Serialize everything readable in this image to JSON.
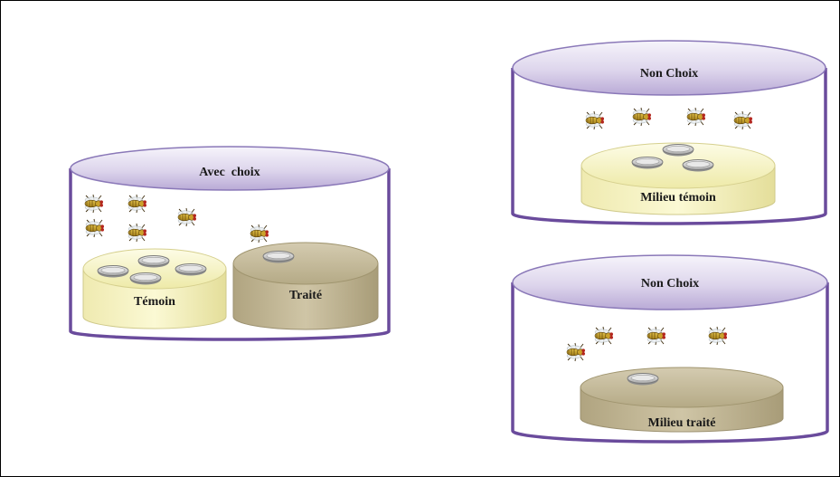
{
  "colors": {
    "rim": "#6a4b9c",
    "lid_light": "#f4f2fa",
    "lid_dark": "#c3b7dc",
    "dish_control": "#f7f5c4",
    "dish_treated": "#c2b898",
    "petri": "#c9c9c9"
  },
  "containers": {
    "choice": {
      "label": "Avec  choix",
      "dish_control_label": "Témoin",
      "dish_treated_label": "Traité"
    },
    "no_choice_control": {
      "label": "Non Choix",
      "dish_label": "Milieu témoin"
    },
    "no_choice_treated": {
      "label": "Non Choix",
      "dish_label": "Milieu traité"
    }
  },
  "icons": {
    "insect": "fruit-fly-icon",
    "petri": "petri-dish-icon"
  }
}
